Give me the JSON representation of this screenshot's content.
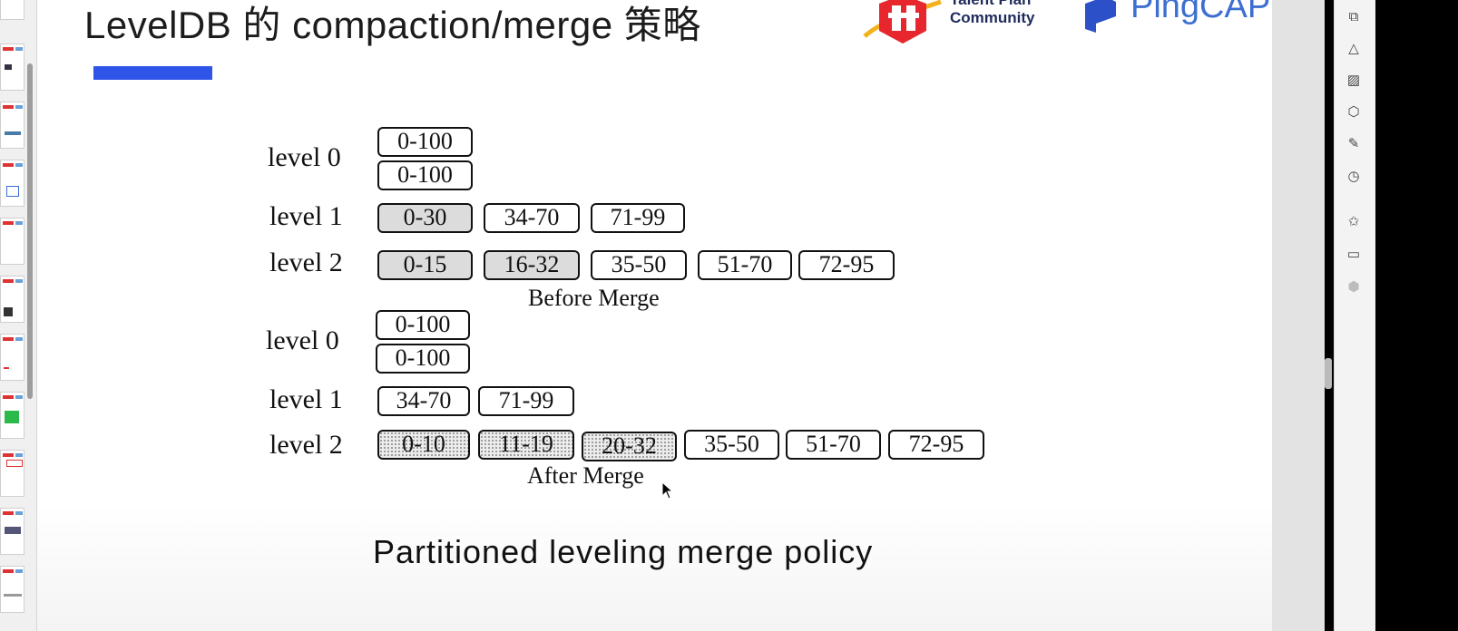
{
  "slide": {
    "title": "LevelDB 的 compaction/merge 策略",
    "logos": {
      "talent_plan_line1": "Talent Plan",
      "talent_plan_line2": "Community",
      "pingcap": "PingCAP"
    },
    "before_merge": {
      "caption": "Before Merge",
      "levels": [
        {
          "label": "level 0",
          "files": [
            "0-100",
            "0-100"
          ]
        },
        {
          "label": "level 1",
          "files": [
            "0-30",
            "34-70",
            "71-99"
          ]
        },
        {
          "label": "level 2",
          "files": [
            "0-15",
            "16-32",
            "35-50",
            "51-70",
            "72-95"
          ]
        }
      ]
    },
    "after_merge": {
      "caption": "After Merge",
      "levels": [
        {
          "label": "level 0",
          "files": [
            "0-100",
            "0-100"
          ]
        },
        {
          "label": "level 1",
          "files": [
            "34-70",
            "71-99"
          ]
        },
        {
          "label": "level 2",
          "files": [
            "0-10",
            "11-19",
            "20-32",
            "35-50",
            "51-70",
            "72-95"
          ]
        }
      ]
    },
    "policy_caption": "Partitioned leveling merge policy"
  },
  "colors": {
    "accent_bar": "#2e54e8",
    "merge_input_fill": "#dcdcdc",
    "merge_output_fill": "dotted grey"
  },
  "right_toolbar_icons": [
    "shapes-icon",
    "fill-icon",
    "image-icon",
    "settings-icon",
    "magic-icon",
    "history-icon",
    "pin-icon",
    "comment-icon",
    "cube-icon"
  ]
}
